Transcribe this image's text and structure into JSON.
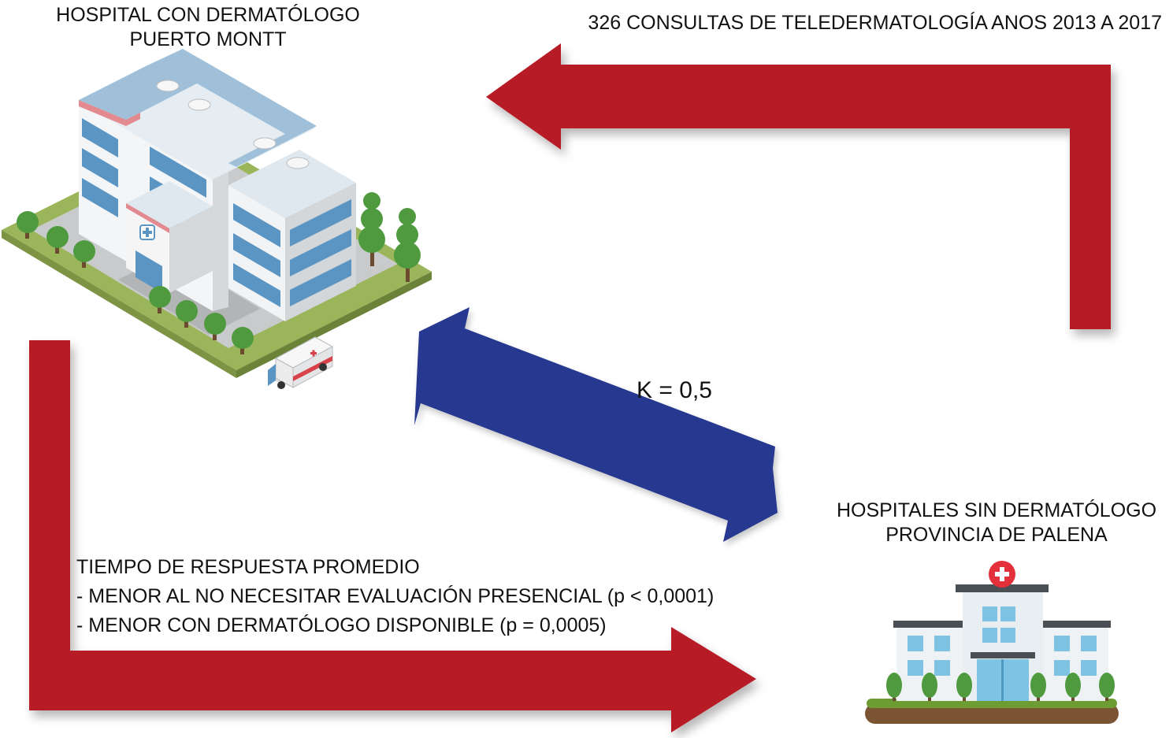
{
  "hospital_a": {
    "title_line1": "HOSPITAL CON DERMATÓLOGO",
    "title_line2": "PUERTO MONTT"
  },
  "hospital_b": {
    "title_line1": "HOSPITALES SIN DERMATÓLOGO",
    "title_line2": "PROVINCIA DE PALENA"
  },
  "teleconsult": {
    "label": "326 CONSULTAS DE TELEDERMATOLOGÍA ANOS 2013 A 2017"
  },
  "agreement": {
    "label": "K = 0,5"
  },
  "response_time": {
    "heading": "TIEMPO DE RESPUESTA PROMEDIO",
    "item1": "- MENOR AL NO NECESITAR EVALUACIÓN PRESENCIAL (p < 0,0001)",
    "item2": "- MENOR CON DERMATÓLOGO DISPONIBLE (p = 0,0005)"
  },
  "colors": {
    "red_arrow": "#b71f28",
    "blue_arrow": "#26388f"
  },
  "icons": {
    "hospital_a": "isometric-hospital-icon",
    "hospital_b": "rural-hospital-icon",
    "ambulance": "ambulance-icon"
  }
}
